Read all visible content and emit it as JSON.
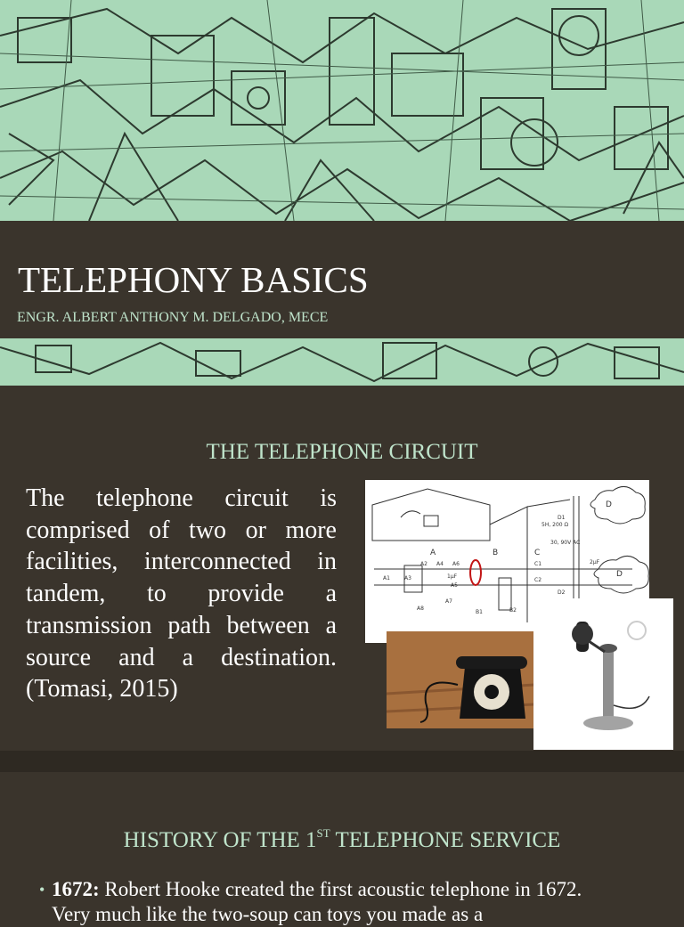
{
  "slide1": {
    "title": "TELEPHONY BASICS",
    "subtitle": "ENGR. ALBERT ANTHONY M. DELGADO, MECE"
  },
  "slide2": {
    "heading": "THE TELEPHONE CIRCUIT",
    "body": "The telephone circuit is comprised of two or more facilities, interconnected in tandem, to provide a transmission path between a source and a destination. (Tomasi, 2015)",
    "diagram_labels": [
      "A",
      "B",
      "C",
      "D",
      "D",
      "A1",
      "A2",
      "A3",
      "A4",
      "A5",
      "A6",
      "A7",
      "A8",
      "B1",
      "B2",
      "C1",
      "C2",
      "D1",
      "D2",
      "5H, 200 Ω",
      "30, 90V AC",
      "2μF",
      "1μF"
    ]
  },
  "slide3": {
    "heading_pre": "HISTORY OF THE 1",
    "heading_sup": "ST",
    "heading_post": " TELEPHONE SERVICE",
    "bullets": [
      {
        "marker": "•",
        "year": "1672:",
        "text": " Robert Hooke created the first acoustic telephone in 1672. Very much like the two-soup can toys you made as a"
      }
    ]
  },
  "colors": {
    "background": "#3a342c",
    "accent": "#bfe4cb",
    "art_green": "#a9d8b8"
  }
}
